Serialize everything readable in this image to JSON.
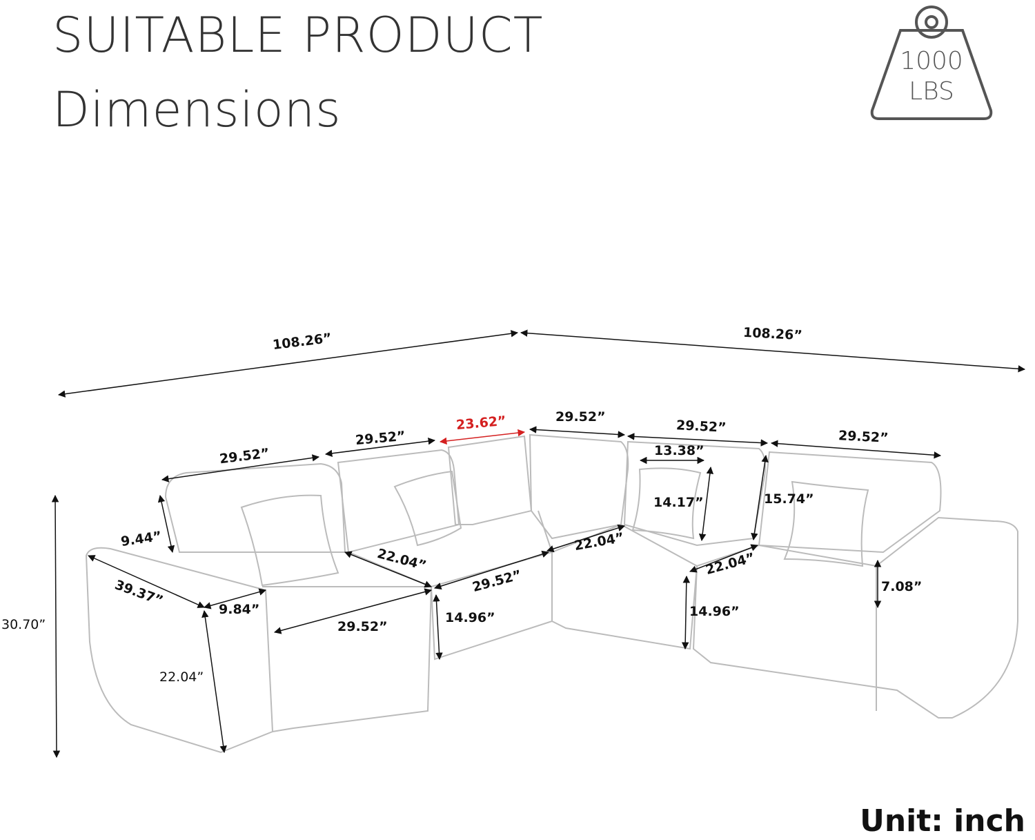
{
  "title": {
    "line1": "SUITABLE PRODUCT",
    "line2": "Dimensions"
  },
  "weight_badge": {
    "value": "1000",
    "unit": "LBS",
    "icon": "weight-icon"
  },
  "unit_note": "Unit: inch",
  "accent_color": "#d42020",
  "dimensions": {
    "overall_left_length": "108.26”",
    "overall_right_length": "108.26”",
    "back_width_1": "29.52”",
    "back_width_2": "29.52”",
    "corner_width": "23.62”",
    "back_width_3": "29.52”",
    "back_width_4": "29.52”",
    "back_width_5": "29.52”",
    "pillow_width": "13.38”",
    "pillow_height": "14.17”",
    "back_cushion_height": "15.74”",
    "back_cushion_depth": "9.44”",
    "seat_depth_1": "22.04”",
    "seat_depth_2": "22.04”",
    "seat_depth_3": "22.04”",
    "armrest_height": "7.08”",
    "arm_depth": "39.37”",
    "arm_width": "9.84”",
    "seat_width_front": "29.52”",
    "seat_width_left": "29.52”",
    "seat_height_1": "14.96”",
    "seat_height_2": "14.96”",
    "overall_height": "30.70”",
    "arm_side_height": "22.04”"
  }
}
